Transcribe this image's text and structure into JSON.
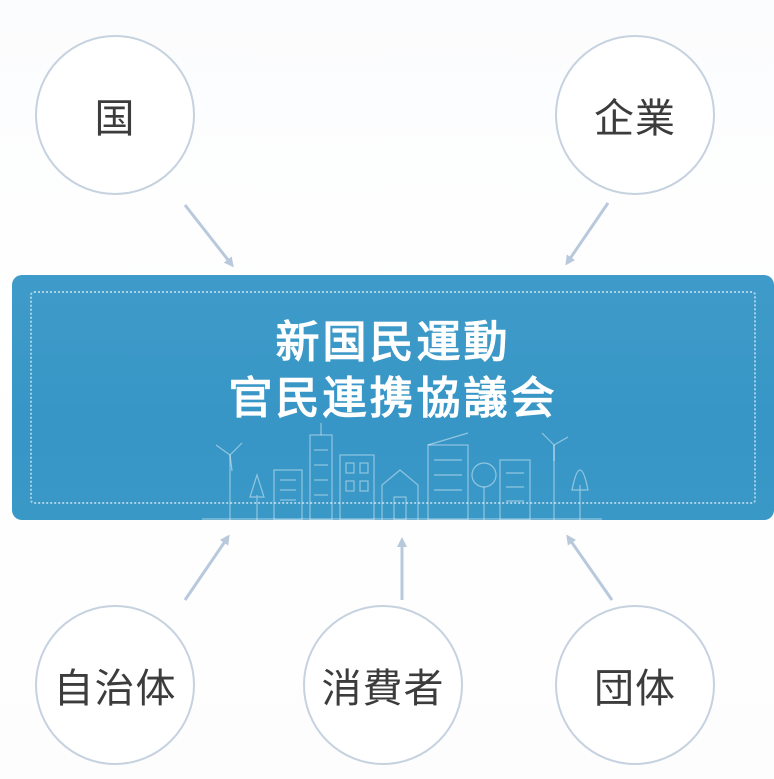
{
  "diagram": {
    "council": {
      "title_line1": "新国民運動",
      "title_line2": "官民連携協議会"
    },
    "participants": {
      "kuni": "国",
      "kigyo": "企業",
      "jichitai": "自治体",
      "shohisha": "消費者",
      "dantai": "団体"
    }
  },
  "colors": {
    "council_fill": "#3a98c7",
    "circle_border": "#c6d2df",
    "arrow": "#b9c9dc",
    "text": "#3c3c3c"
  }
}
